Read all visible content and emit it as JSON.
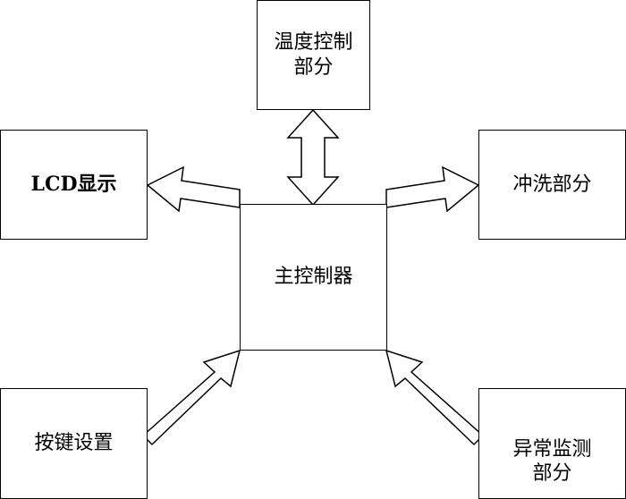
{
  "nodes": {
    "temperature": [
      "温度控制",
      "部分"
    ],
    "lcd": [
      "LCD显示"
    ],
    "flush": [
      "冲洗部分"
    ],
    "main": [
      "主控制器"
    ],
    "keys": [
      "按键设置"
    ],
    "abnormal": [
      "异常监测",
      "部分"
    ]
  },
  "colors": {
    "stroke": "#000000",
    "fill": "#ffffff"
  }
}
